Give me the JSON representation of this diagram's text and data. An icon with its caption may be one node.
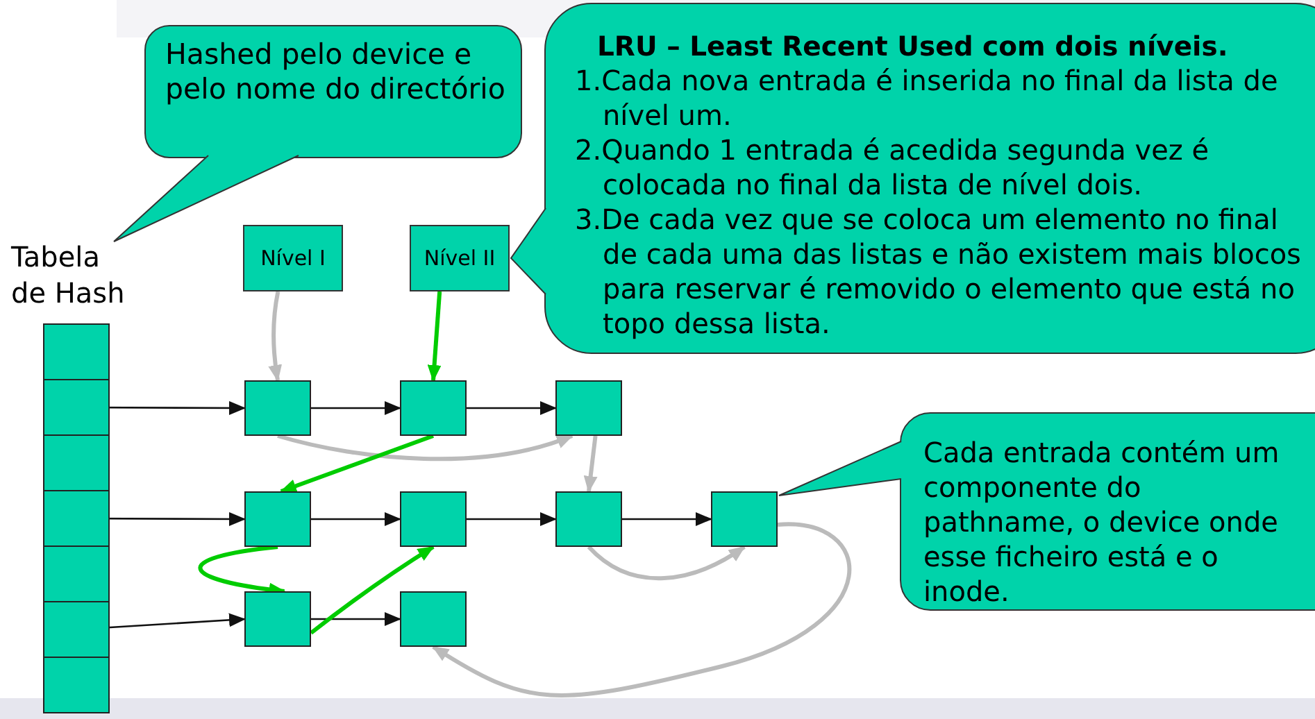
{
  "diagram": {
    "nodes": [
      {
        "text": [
          "Hashed pelo device e pelo nome do directório"
        ]
      },
      {
        "text": [
          "Tabela de Hash"
        ]
      },
      {
        "text": [],
        "shape": "box"
      },
      {
        "text": [],
        "shape": "box"
      },
      {
        "text": [],
        "shape": "box"
      },
      {
        "text": [],
        "shape": "box"
      },
      {
        "text": [],
        "shape": "box"
      },
      {
        "text": [],
        "shape": "box"
      },
      {
        "text": [],
        "shape": "box"
      },
      {
        "text": [
          "Nível I"
        ]
      },
      {
        "text": [
          "Nível II"
        ]
      },
      {
        "text": [
          "LRU – Least Recent Used com dois níveis.",
          "1.Cada nova entrada é inserida no final da lista de nível um.",
          "2.Quando 1 entrada é acedida segunda vez é colocada no final da lista de nível dois.",
          "3.De cada vez que se coloca um elemento no final de cada uma das listas e não existem mais blocos para reservar é removido o elemento que está no topo dessa lista."
        ]
      },
      {
        "text": [],
        "shape": "box"
      },
      {
        "text": [],
        "shape": "box"
      },
      {
        "text": [],
        "shape": "box"
      },
      {
        "text": [],
        "shape": "box"
      },
      {
        "text": [],
        "shape": "box"
      },
      {
        "text": [],
        "shape": "box"
      },
      {
        "text": [],
        "shape": "box"
      },
      {
        "text": [],
        "shape": "box"
      },
      {
        "text": [],
        "shape": "box"
      },
      {
        "text": [
          "Cada entrada contém um componente do pathname, o device onde esse ficheiro está e o inode."
        ]
      }
    ],
    "edges": [
      {
        "from": 3,
        "to": 12,
        "arrow": "to"
      },
      {
        "from": 12,
        "to": 13,
        "arrow": "to"
      },
      {
        "from": 13,
        "to": 14,
        "arrow": "to"
      },
      {
        "from": 5,
        "to": 15,
        "arrow": "to"
      },
      {
        "from": 15,
        "to": 16,
        "arrow": "to"
      },
      {
        "from": 16,
        "to": 17,
        "arrow": "to"
      },
      {
        "from": 17,
        "to": 18,
        "arrow": "to"
      },
      {
        "from": 7,
        "to": 19,
        "arrow": "to"
      },
      {
        "from": 19,
        "to": 20,
        "arrow": "to"
      },
      {
        "from": 9,
        "to": 12,
        "arrow": "to",
        "style": "thick",
        "color": "#bbbbbb"
      },
      {
        "from": 12,
        "to": 14,
        "arrow": "to",
        "style": "thick",
        "color": "#bbbbbb"
      },
      {
        "from": 14,
        "to": 17,
        "arrow": "to",
        "style": "thick",
        "color": "#bbbbbb"
      },
      {
        "from": 17,
        "to": 18,
        "arrow": "to",
        "style": "thick",
        "color": "#bbbbbb"
      },
      {
        "from": 18,
        "to": 20,
        "arrow": "to",
        "style": "thick",
        "color": "#bbbbbb"
      },
      {
        "from": 10,
        "to": 13,
        "arrow": "to",
        "style": "thick",
        "color": "#00cc00"
      },
      {
        "from": 13,
        "to": 15,
        "arrow": "to",
        "style": "thick",
        "color": "#00cc00"
      },
      {
        "from": 15,
        "to": 19,
        "arrow": "to",
        "style": "thick",
        "color": "#00cc00"
      },
      {
        "from": 19,
        "to": 16,
        "arrow": "to",
        "style": "thick",
        "color": "#00cc00"
      }
    ]
  }
}
